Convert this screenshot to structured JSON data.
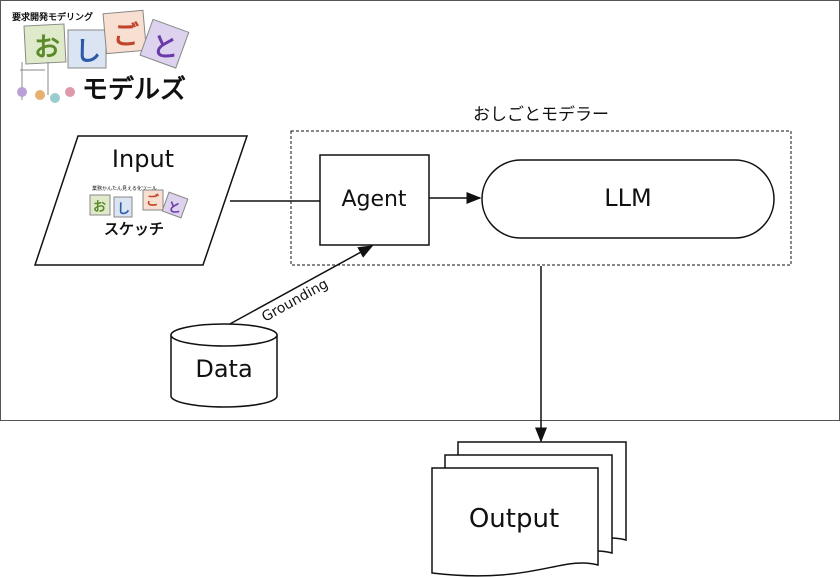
{
  "logo": {
    "tagline": "要求開発モデリング",
    "main_kana": [
      "お",
      "し",
      "ご",
      "と"
    ],
    "sub": "モデルズ",
    "kana_colors": [
      "#dfeacb",
      "#dbe4f2",
      "#f7e0d2",
      "#ddd3ee"
    ],
    "kana_text_colors": [
      "#5a8a2a",
      "#2c5aa8",
      "#c0442a",
      "#6a3aa8"
    ]
  },
  "input_logo": {
    "tagline": "業務かんたん見える化ツール",
    "main_kana": [
      "お",
      "し",
      "ご",
      "と"
    ],
    "sub": "スケッチ"
  },
  "diagram": {
    "group_title": "おしごとモデラー",
    "input_label": "Input",
    "agent_label": "Agent",
    "llm_label": "LLM",
    "data_label": "Data",
    "grounding_label": "Grounding",
    "output_label": "Output"
  }
}
